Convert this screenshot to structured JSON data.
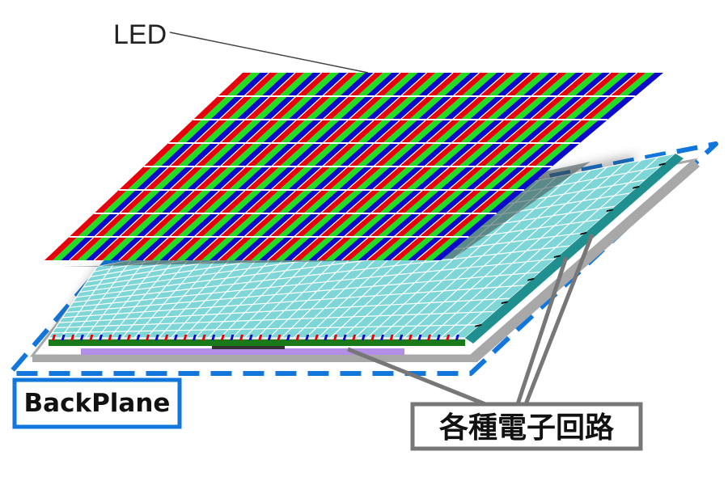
{
  "labels": {
    "led": "LED",
    "backplane": "BackPlane",
    "circuits": "各種電子回路"
  },
  "colors": {
    "led_red": "#e8000c",
    "led_green": "#22dd22",
    "led_blue": "#0a0acc",
    "tft_teal": "#1f8f8f",
    "tft_cyan": "#7fd6d6",
    "substrate_gray": "#a8a8a8",
    "circuit_green": "#1a7a1a",
    "driver_purple": "#b38ee6",
    "dashed_blue": "#1177dd",
    "leader_gray": "#777777"
  }
}
